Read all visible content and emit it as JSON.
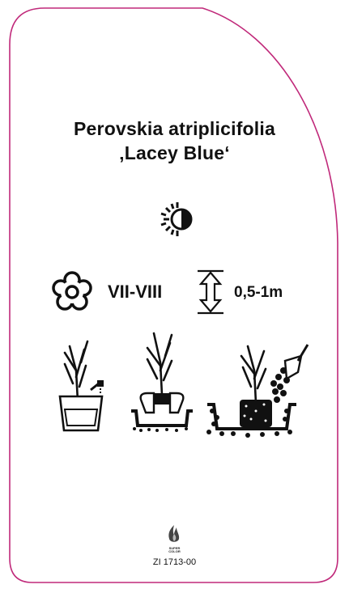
{
  "label": {
    "plant_name": "Perovskia atriplicifolia",
    "cultivar": "‚Lacey Blue‘",
    "bloom_period": "VII-VIII",
    "height": "0,5-1m",
    "code": "ZI 1713-00",
    "logo_text_1": "SUPER",
    "logo_text_2": "COLOR"
  },
  "icons": {
    "sun": "sun-half-shade-icon",
    "flower": "flower-outline-icon",
    "height": "height-arrow-icon",
    "planting_steps": [
      "plant-in-bucket-icon",
      "plant-in-hole-icon",
      "plant-fill-soil-icon"
    ],
    "logo": "flame-logo-icon"
  },
  "colors": {
    "border": "#c0297a",
    "ink": "#111111"
  }
}
